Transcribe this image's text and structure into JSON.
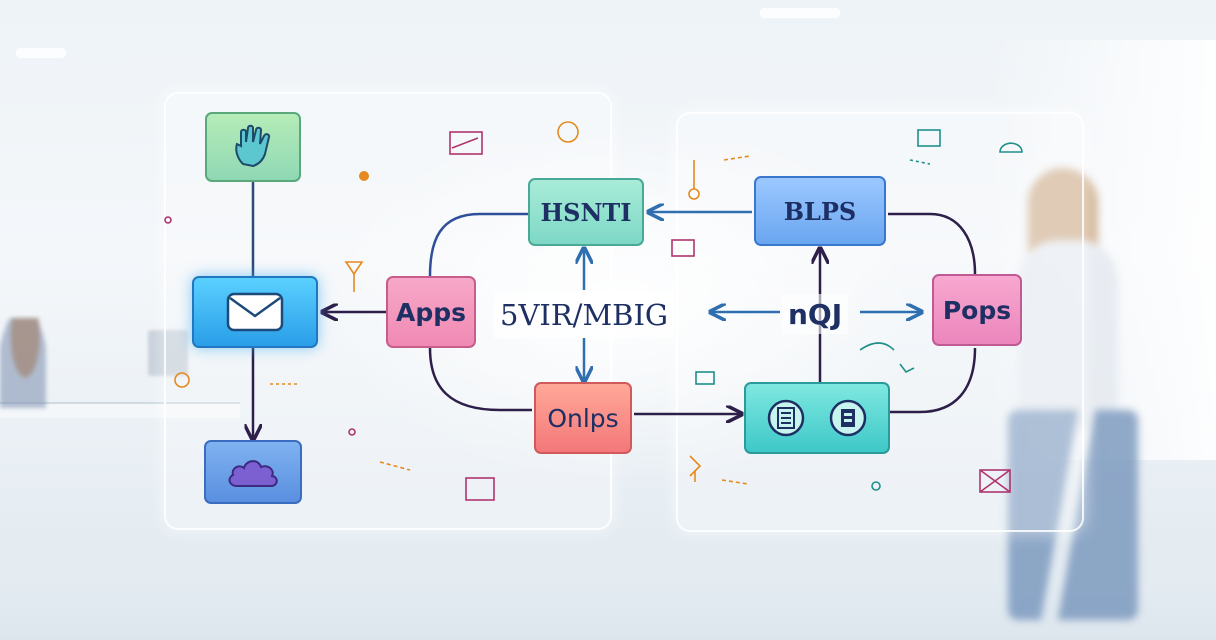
{
  "diagram": {
    "nodes": {
      "hsnti": "HSNTI",
      "blps": "BLPS",
      "apps": "Apps",
      "pops": "Pops",
      "onlps": "Onlps"
    },
    "center_label": "5VIR/MBIG",
    "right_label": "nQJ"
  },
  "colors": {
    "ink": "#1d2f63",
    "arrow_dark": "#2d1e4a",
    "arrow_blue": "#2f6fb0",
    "accent_orange": "#e58a1f",
    "accent_magenta": "#b0346e",
    "accent_teal": "#1f8f8c"
  },
  "icons": [
    "hand-icon",
    "mail-icon",
    "cloud-icon",
    "list-icon",
    "file-icon"
  ]
}
